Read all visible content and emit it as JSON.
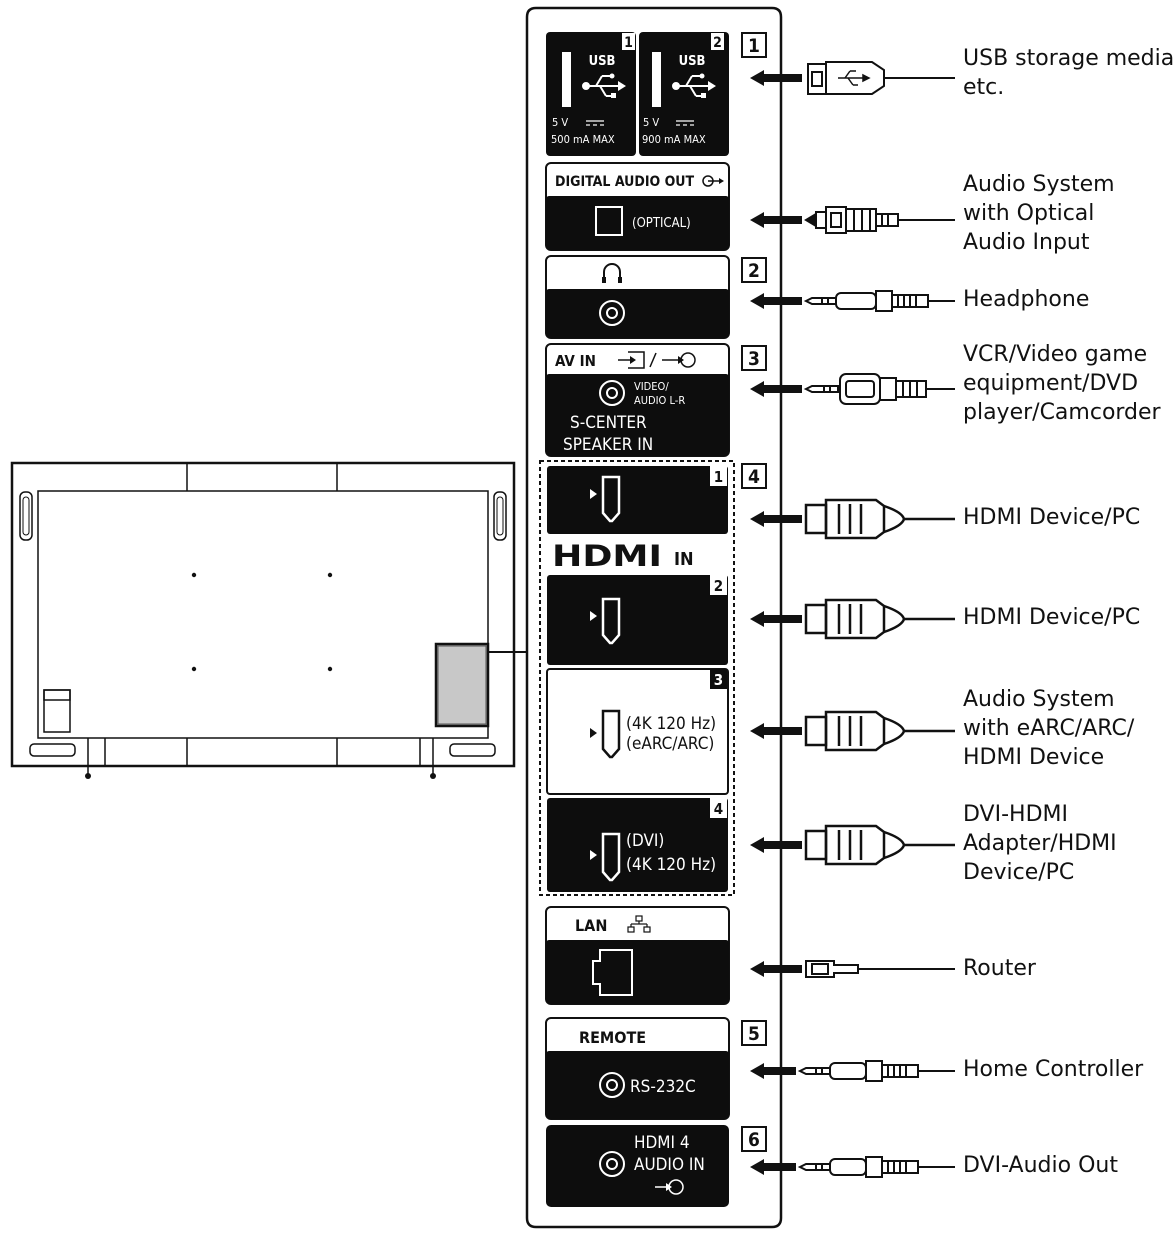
{
  "usb": {
    "port1": {
      "number": "1",
      "label": "USB",
      "voltage": "5 V",
      "current": "500 mA MAX"
    },
    "port2": {
      "number": "2",
      "label": "USB",
      "voltage": "5 V",
      "current": "900 mA MAX"
    }
  },
  "digital_audio": {
    "title": "DIGITAL AUDIO OUT",
    "sub": "(OPTICAL)"
  },
  "av_in": {
    "title": "AV IN",
    "sub1": "VIDEO/",
    "sub2": "AUDIO L-R",
    "line1": "S-CENTER",
    "line2": "SPEAKER IN"
  },
  "hdmi": {
    "logo": "HDMI",
    "in_label": "IN",
    "port1": "1",
    "port2": "2",
    "port3": {
      "number": "3",
      "line1": "(4K 120 Hz)",
      "line2": "(eARC/ARC)"
    },
    "port4": {
      "number": "4",
      "line1": "(DVI)",
      "line2": "(4K 120 Hz)"
    }
  },
  "lan": {
    "title": "LAN"
  },
  "remote": {
    "title": "REMOTE",
    "sub": "RS-232C"
  },
  "hdmi4_audio": {
    "line1": "HDMI 4",
    "line2": "AUDIO IN"
  },
  "callouts": [
    "1",
    "2",
    "3",
    "4",
    "5",
    "6"
  ],
  "devices": [
    {
      "lines": [
        "USB storage media",
        "etc."
      ]
    },
    {
      "lines": [
        "Audio System",
        "with Optical",
        "Audio Input"
      ]
    },
    {
      "lines": [
        "Headphone"
      ]
    },
    {
      "lines": [
        "VCR/Video game",
        "equipment/DVD",
        "player/Camcorder"
      ]
    },
    {
      "lines": [
        "HDMI Device/PC"
      ]
    },
    {
      "lines": [
        "HDMI Device/PC"
      ]
    },
    {
      "lines": [
        "Audio System",
        "with eARC/ARC/",
        "HDMI Device"
      ]
    },
    {
      "lines": [
        "DVI-HDMI",
        "Adapter/HDMI",
        "Device/PC"
      ]
    },
    {
      "lines": [
        "Router"
      ]
    },
    {
      "lines": [
        "Home Controller"
      ]
    },
    {
      "lines": [
        "DVI-Audio Out"
      ]
    }
  ],
  "icons": [
    "usb-icon",
    "headphone-icon",
    "input-icon",
    "lan-icon",
    "optical-jack-icon",
    "hdmi-port-icon",
    "rj45-port-icon",
    "arrow-left-icon",
    "usb-plug-icon",
    "optical-plug-icon",
    "mini-plug-icon",
    "rca-plug-icon",
    "hdmi-plug-icon",
    "lan-plug-icon"
  ],
  "colors": {
    "ink": "#111111",
    "tv_panel": "#c8c8c8",
    "port_fill": "#0d0d0d"
  }
}
